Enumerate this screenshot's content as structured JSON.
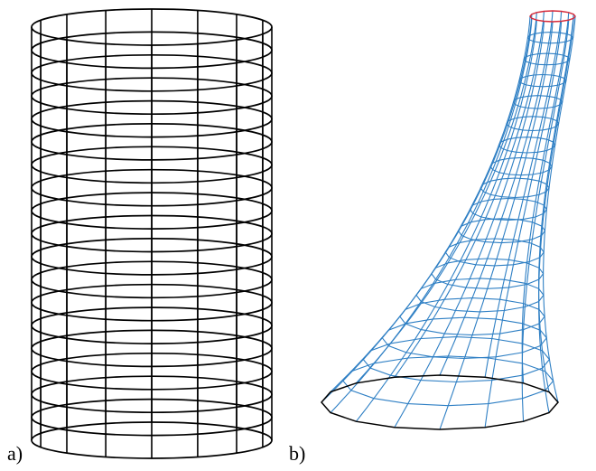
{
  "panels": [
    {
      "label": "a)",
      "shape": "cylinder-wireframe",
      "rings": 19,
      "meridians": 16,
      "line_color": "#000000"
    },
    {
      "label": "b)",
      "shape": "flared-tower-wireframe",
      "rings": 19,
      "meridians": 16,
      "line_color": "#2e7fc4",
      "top_rim_color": "#d62a3a",
      "bottom_rim_color": "#000000"
    }
  ]
}
